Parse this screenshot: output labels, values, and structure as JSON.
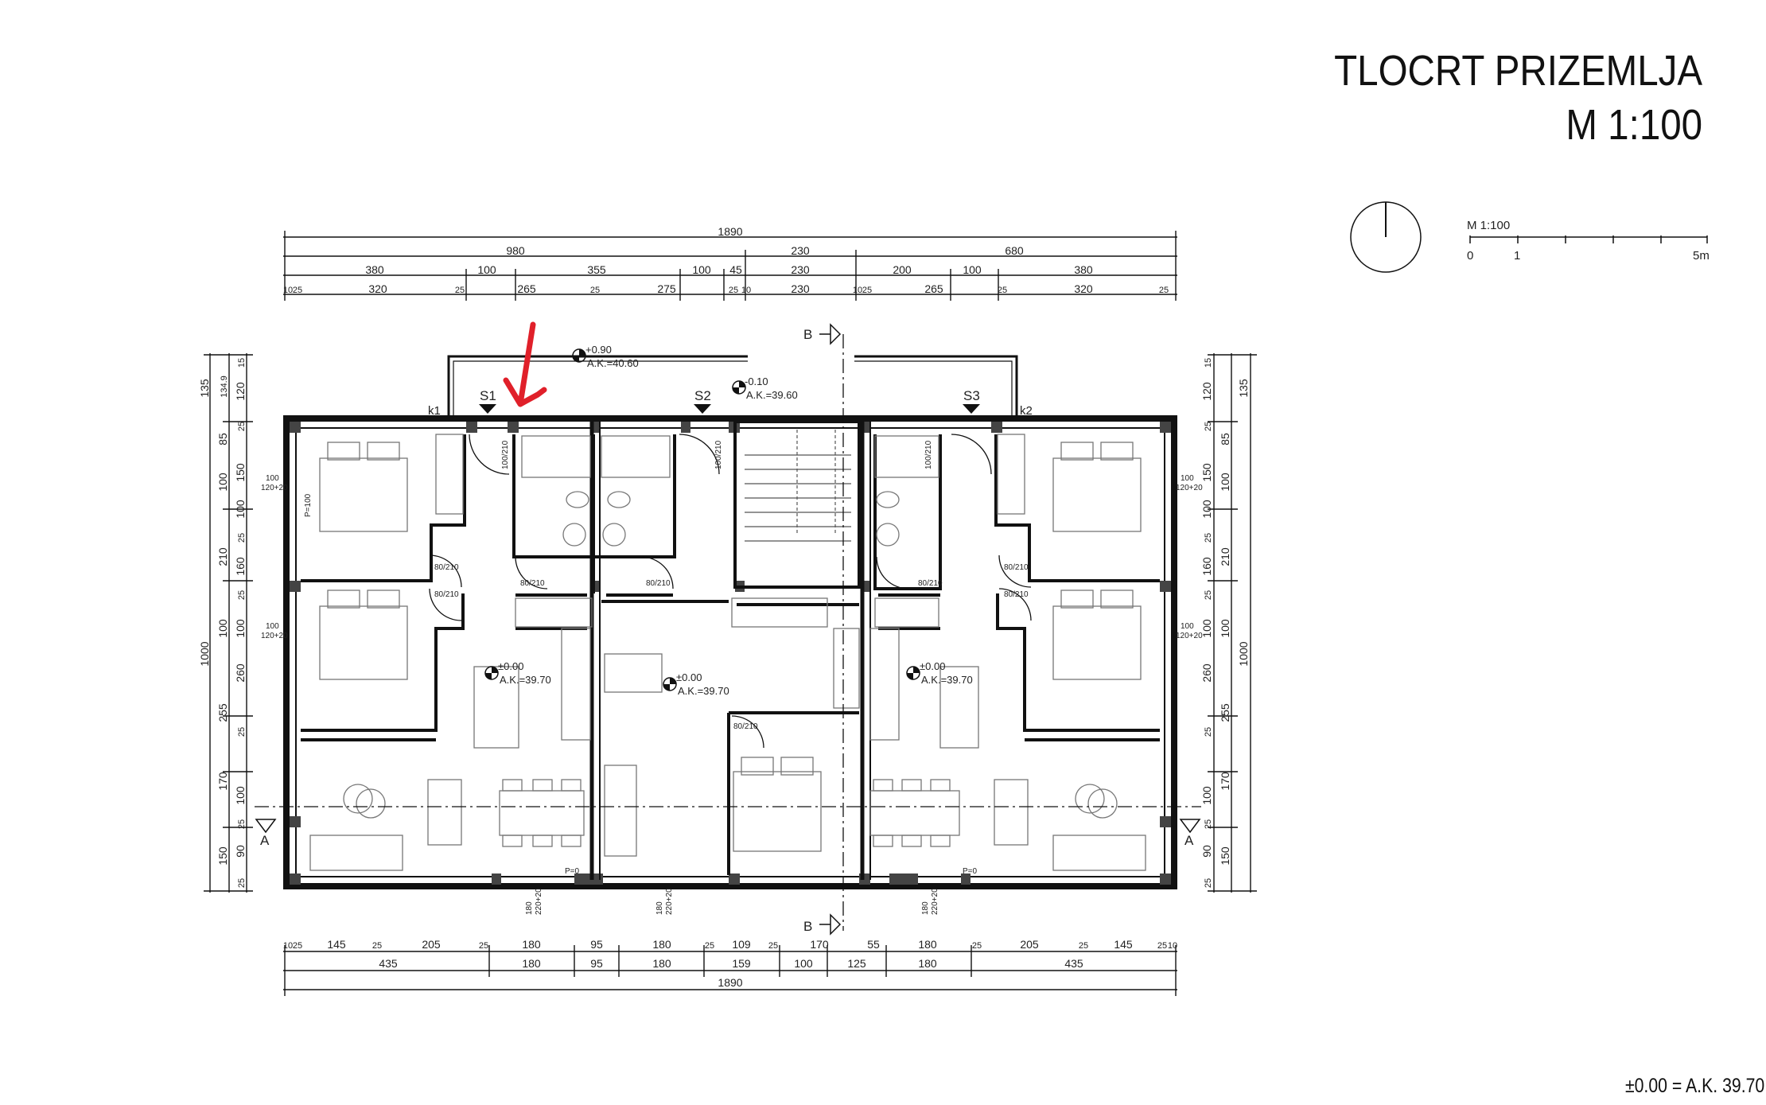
{
  "title": "TLOCRT PRIZEMLJA",
  "scale_title": "M 1:100",
  "datum_note": "±0.00 = A.K. 39.70",
  "scale_bar": {
    "label": "M 1:100",
    "ticks": [
      "0",
      "1",
      "5m"
    ]
  },
  "top_dimensions": {
    "total": "1890",
    "row2": [
      "980",
      "230",
      "680"
    ],
    "row3": [
      "380",
      "100",
      "355",
      "100",
      "45",
      "230",
      "200",
      "100",
      "380"
    ],
    "row4": [
      "10",
      "25",
      "320",
      "25",
      "265",
      "25",
      "275",
      "25",
      "10",
      "230",
      "10",
      "25",
      "265",
      "25",
      "320",
      "25"
    ]
  },
  "bottom_dimensions": {
    "row1": [
      "10",
      "25",
      "145",
      "25",
      "205",
      "25",
      "180",
      "95",
      "180",
      "25",
      "109",
      "25",
      "170",
      "55",
      "180",
      "25",
      "205",
      "25",
      "145",
      "25",
      "10"
    ],
    "row2": [
      "435",
      "180",
      "95",
      "180",
      "159",
      "100",
      "125",
      "180",
      "435"
    ],
    "total": "1890"
  },
  "left_dimensions": {
    "outer": "1000",
    "mid": [
      "135",
      "85",
      "100",
      "210",
      "100",
      "255",
      "170",
      "150"
    ],
    "inner": [
      "15",
      "134.9",
      "120",
      "25",
      "150",
      "100",
      "25",
      "160",
      "25",
      "100",
      "260",
      "25",
      "100",
      "25",
      "90",
      "25"
    ]
  },
  "right_dimensions": {
    "outer": "1000",
    "mid": [
      "135",
      "85",
      "100",
      "210",
      "100",
      "255",
      "170",
      "150"
    ],
    "inner": [
      "15",
      "120",
      "25",
      "150",
      "100",
      "25",
      "160",
      "25",
      "100",
      "260",
      "25",
      "100",
      "25",
      "90",
      "25"
    ]
  },
  "levels": [
    {
      "level": "+0.90",
      "ak": "A.K.=40.60"
    },
    {
      "level": "-0.10",
      "ak": "A.K.=39.60"
    },
    {
      "level": "±0.00",
      "ak": "A.K.=39.70"
    },
    {
      "level": "±0.00",
      "ak": "A.K.=39.70"
    },
    {
      "level": "±0.00",
      "ak": "A.K.=39.70"
    }
  ],
  "entrances": [
    "S1",
    "S2",
    "S3"
  ],
  "markers": [
    "k1",
    "k2"
  ],
  "section_marks": {
    "a": "A",
    "b": "B"
  },
  "door_labels": [
    "100/210",
    "100/210",
    "100/210",
    "80/210",
    "80/210",
    "80/210",
    "80/210",
    "80/210",
    "80/210",
    "80/210",
    "80/210"
  ],
  "window_labels": [
    "100",
    "120+20",
    "P=100",
    "180",
    "220+20",
    "P=0"
  ],
  "annotation_color": "#e0202a"
}
